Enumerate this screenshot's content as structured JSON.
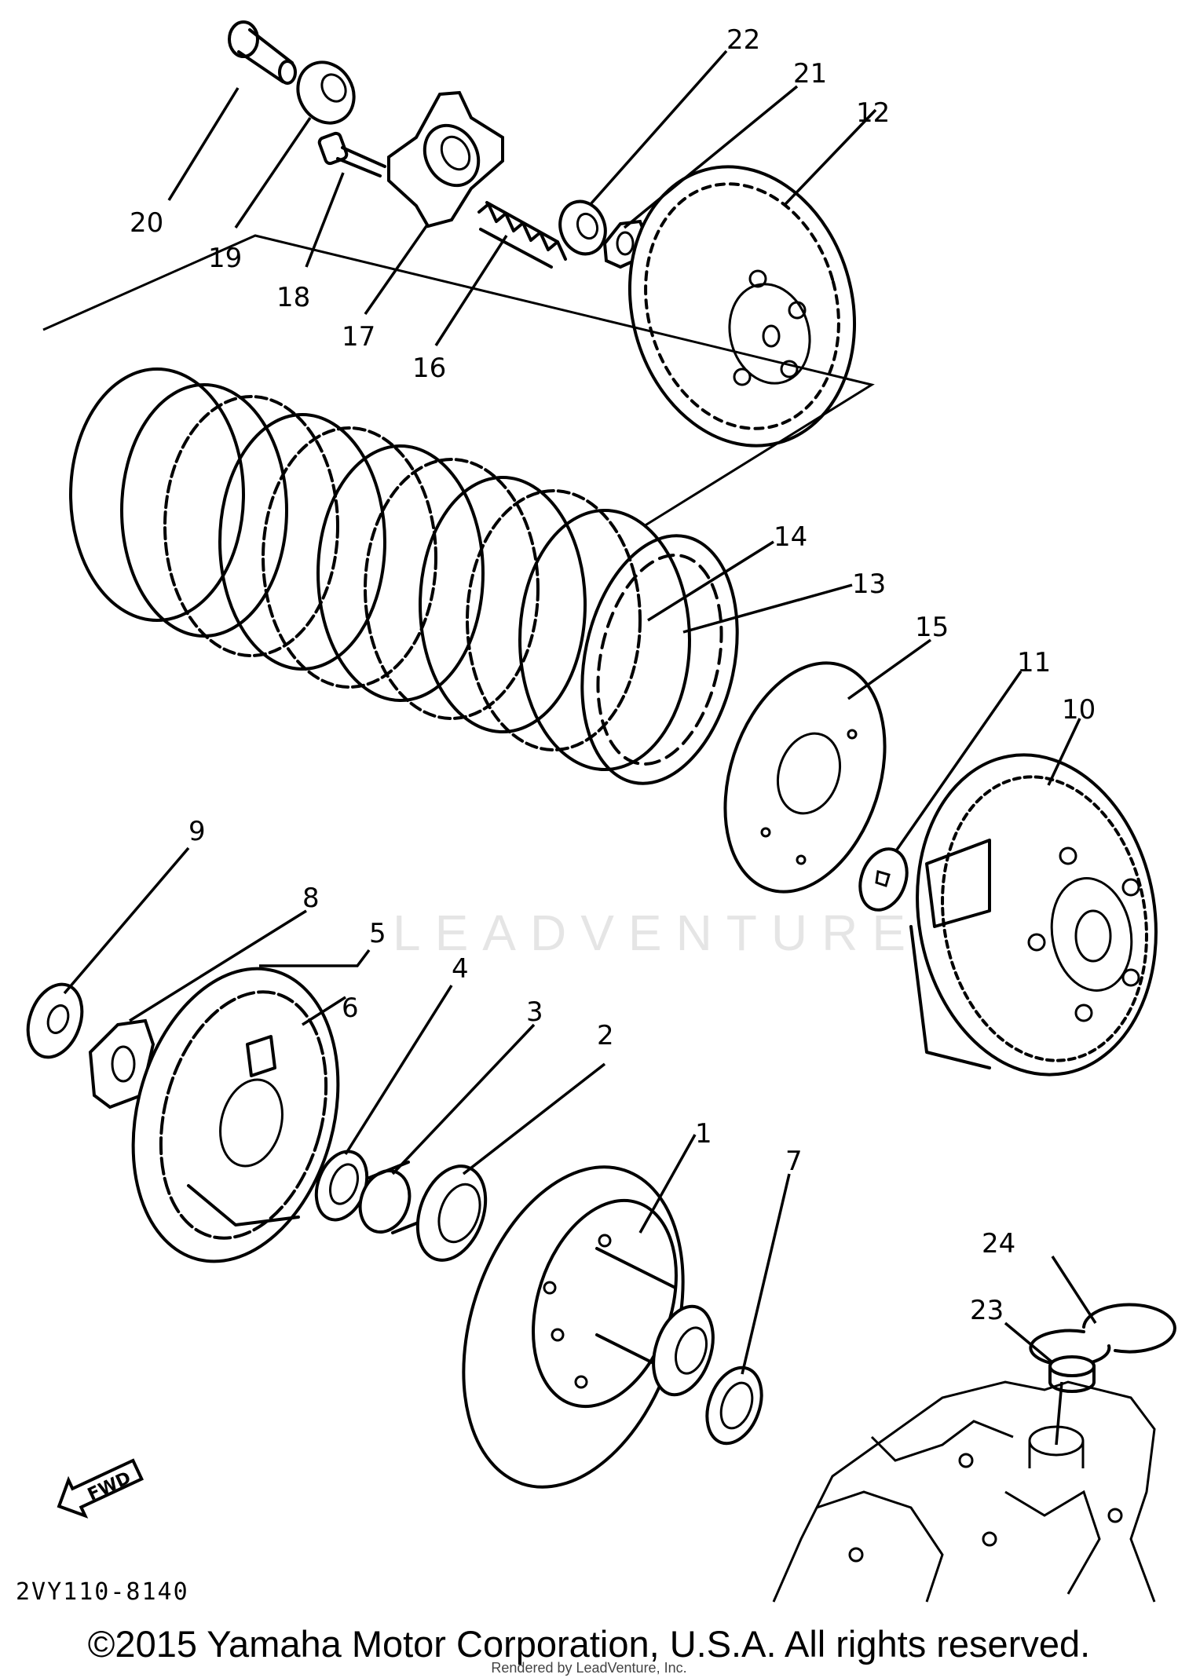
{
  "diagram": {
    "diagram_code": "2VY110-8140",
    "watermark": "LEADVENTURE",
    "fwd_label": "FWD",
    "copyright": "©2015 Yamaha Motor Corporation, U.S.A. All rights reserved.",
    "rendered_by": "Rendered by LeadVenture, Inc.",
    "callouts": [
      "1",
      "2",
      "3",
      "4",
      "5",
      "6",
      "7",
      "8",
      "9",
      "10",
      "11",
      "12",
      "13",
      "14",
      "15",
      "16",
      "17",
      "18",
      "19",
      "20",
      "21",
      "22",
      "23",
      "24"
    ]
  }
}
